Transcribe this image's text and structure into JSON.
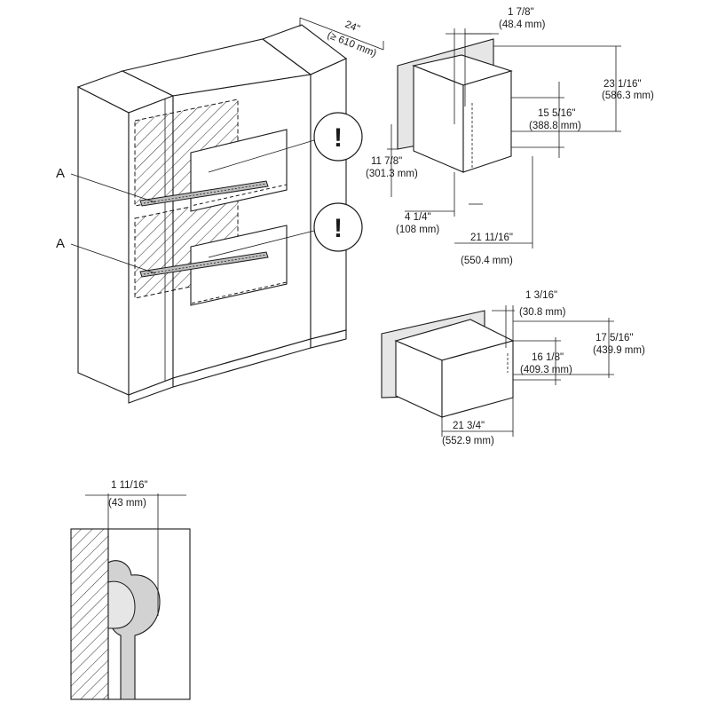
{
  "labels": {
    "callout_a": "A",
    "warning_symbol": "!"
  },
  "dims": {
    "cab_depth_in": "24\"",
    "cab_depth_mm": "(≥ 610 mm)",
    "top_front_in": "1 7/8\"",
    "top_front_mm": "(48.4 mm)",
    "top_height_in": "23 1/16\"",
    "top_height_mm": "(586.3 mm)",
    "top_inner_height_in": "15 5/16\"",
    "top_inner_height_mm": "(388.8 mm)",
    "top_left_height_in": "11 7/8\"",
    "top_left_height_mm": "(301.3 mm)",
    "top_side_in": "4 1/4\"",
    "top_side_mm": "(108 mm)",
    "top_depth_in": "21 11/16\"",
    "top_depth_mm": "(550.4 mm)",
    "bot_front_in": "1 3/16\"",
    "bot_front_mm": "(30.8 mm)",
    "bot_inner_height_in": "16 1/8\"",
    "bot_inner_height_mm": "(409.3 mm)",
    "bot_height_in": "17 5/16\"",
    "bot_height_mm": "(439.9 mm)",
    "bot_depth_in": "21 3/4\"",
    "bot_depth_mm": "(552.9 mm)",
    "detail_in": "1 11/16\"",
    "detail_mm": "(43 mm)"
  }
}
